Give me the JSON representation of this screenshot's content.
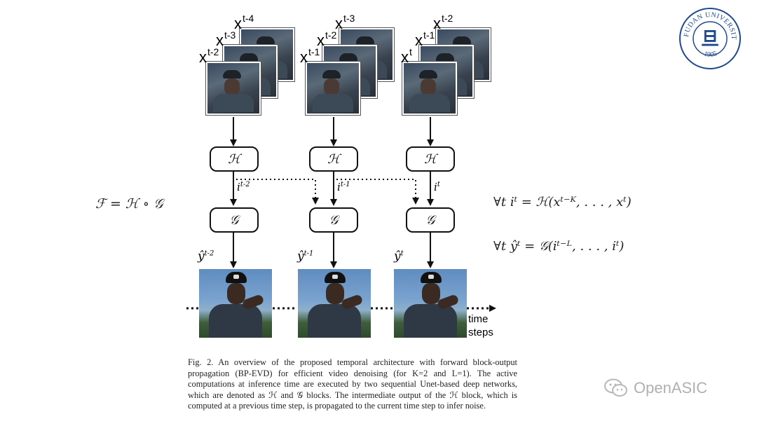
{
  "inputs": {
    "group1": [
      "x^t-4",
      "x^t-3",
      "x^t-2"
    ],
    "group2": [
      "x^t-3",
      "x^t-2",
      "x^t-1"
    ],
    "group3": [
      "x^t-2",
      "x^t-1",
      "x^t"
    ]
  },
  "input_labels": [
    {
      "base": "x",
      "sup": "t-4"
    },
    {
      "base": "x",
      "sup": "t-3"
    },
    {
      "base": "x",
      "sup": "t-2"
    },
    {
      "base": "x",
      "sup": "t-3"
    },
    {
      "base": "x",
      "sup": "t-2"
    },
    {
      "base": "x",
      "sup": "t-1"
    },
    {
      "base": "x",
      "sup": "t-2"
    },
    {
      "base": "x",
      "sup": "t-1"
    },
    {
      "base": "x",
      "sup": "t"
    }
  ],
  "blocks": {
    "h_label": "ℋ",
    "g_label": "𝒢"
  },
  "intermediate": {
    "i1": "i",
    "i1_sup": "t-2",
    "i2": "i",
    "i2_sup": "t-1",
    "i3": "i",
    "i3_sup": "t"
  },
  "outputs": {
    "y1": "ŷ",
    "y1_sup": "t-2",
    "y2": "ŷ",
    "y2_sup": "t-1",
    "y3": "ŷ",
    "y3_sup": "t"
  },
  "time_steps": "time steps",
  "equations": {
    "f": "ℱ = ℋ ∘ 𝒢",
    "i_eq": "∀t   iᵗ = ℋ(xᵗ⁻ᴷ, . . . , xᵗ)",
    "y_eq": "∀t   ŷᵗ = 𝒢(iᵗ⁻ᴸ, . . . , iᵗ)"
  },
  "caption": "Fig. 2.    An overview of the proposed temporal architecture with forward block-output propagation (BP-EVD) for efficient video denoising (for K=2 and L=1). The active computations at inference time are executed by two sequential Unet-based deep networks, which are denoted as ℋ and 𝒢 blocks. The intermediate output of the ℋ block, which is computed at a previous time step, is propagated to the current time step to infer noise.",
  "logo": {
    "text": "FUDAN UNIVERSITY",
    "year": "1905",
    "char": "旦"
  },
  "watermark": "OpenASIC",
  "colors": {
    "logo_blue": "#1f4a8f",
    "arrow": "#111111"
  }
}
